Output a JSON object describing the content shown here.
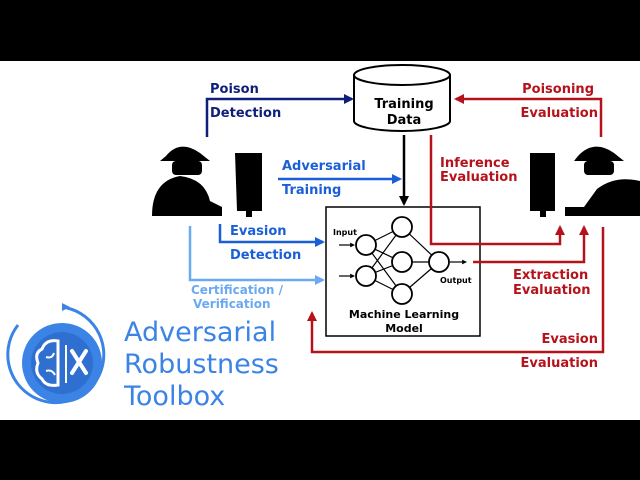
{
  "colors": {
    "dark_blue": "#0d1f7a",
    "blue": "#1b5fd8",
    "light_blue": "#6aaaf2",
    "red": "#b5121b",
    "brand_blue": "#3b84e6",
    "black": "#000000"
  },
  "nodes": {
    "training_data": [
      "Training",
      "Data"
    ],
    "model": [
      "Machine Learning",
      "Model"
    ],
    "input": "Input",
    "output": "Output"
  },
  "labels": {
    "poison_detection": [
      "Poison",
      "Detection"
    ],
    "adversarial_training": [
      "Adversarial",
      "Training"
    ],
    "evasion_detection": [
      "Evasion",
      "Detection"
    ],
    "certification": [
      "Certification /",
      "Verification"
    ],
    "poisoning_evaluation": [
      "Poisoning",
      "Evaluation"
    ],
    "inference_evaluation": [
      "Inference",
      "Evaluation"
    ],
    "extraction_evaluation": [
      "Extraction",
      "Evaluation"
    ],
    "evasion_evaluation": [
      "Evasion",
      "Evaluation"
    ]
  },
  "brand": {
    "logo_icon": "brain-tools-icon",
    "lines": [
      "Adversarial",
      "Robustness",
      "Toolbox"
    ]
  },
  "icons": {
    "defender": "hacker-at-computer-icon",
    "attacker": "hacker-at-computer-icon"
  }
}
